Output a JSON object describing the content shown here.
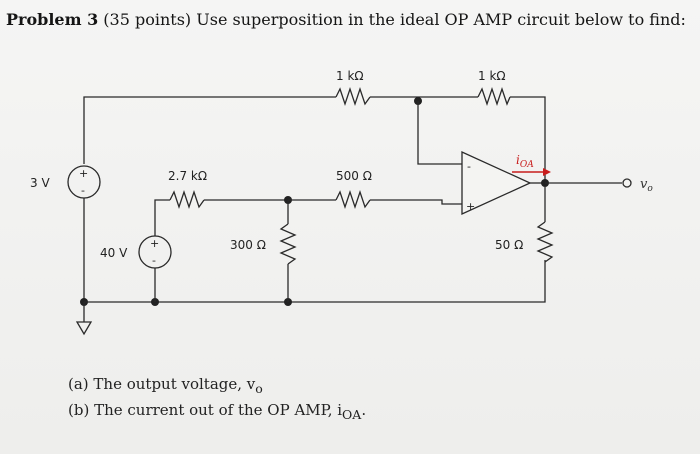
{
  "problem": {
    "number_label": "Problem 3",
    "statement": " (35 points) Use superposition in the ideal OP AMP circuit below to find:"
  },
  "circuit": {
    "r_top_left": "1 kΩ",
    "r_top_right": "1 kΩ",
    "r_mid_left": "2.7 kΩ",
    "r_mid_right": "500 Ω",
    "r_shunt": "300 Ω",
    "r_load": "50 Ω",
    "source_3v": "3 V",
    "source_40v": "40 V",
    "plus": "+",
    "minus": "-",
    "opamp_minus": "-",
    "opamp_plus": "+",
    "current_label": "i",
    "current_sub": "OA",
    "output_label": "v",
    "output_sub": "o"
  },
  "questions": {
    "a": "(a) The output voltage, v",
    "a_sub": "o",
    "b": "(b) The current out of the OP AMP, i",
    "b_sub": "OA",
    "b_end": "."
  }
}
